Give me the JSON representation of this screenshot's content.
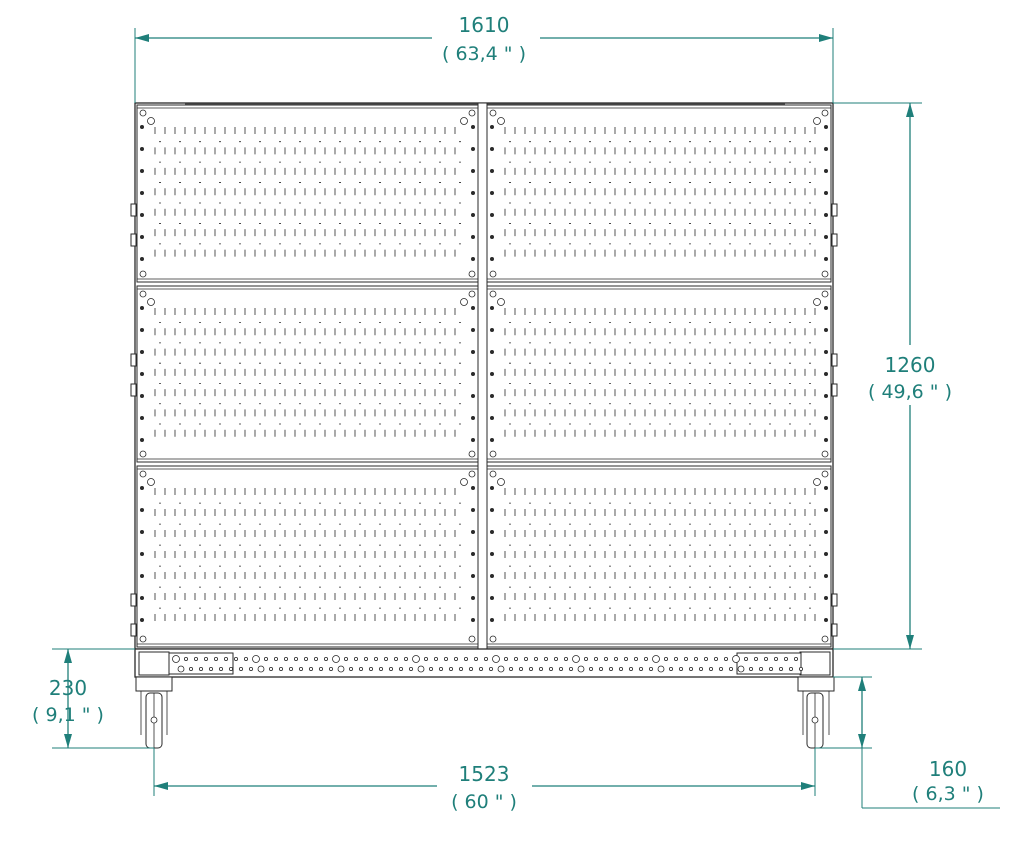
{
  "dimensions": {
    "overall_width": {
      "value": "1610",
      "imperial": "( 63,4 \" )"
    },
    "overall_height": {
      "value": "1260",
      "imperial": "( 49,6 \" )"
    },
    "base_height": {
      "value": "230",
      "imperial": "( 9,1 \" )"
    },
    "caster_span": {
      "value": "1523",
      "imperial": "( 60 \" )"
    },
    "caster_height": {
      "value": "160",
      "imperial": "( 6,3 \" )"
    }
  },
  "colors": {
    "dimension": "#1f7f7a",
    "outline": "#2a2a2a"
  },
  "layout": {
    "panel_columns": 2,
    "panel_rows": 3,
    "casters": 2
  }
}
